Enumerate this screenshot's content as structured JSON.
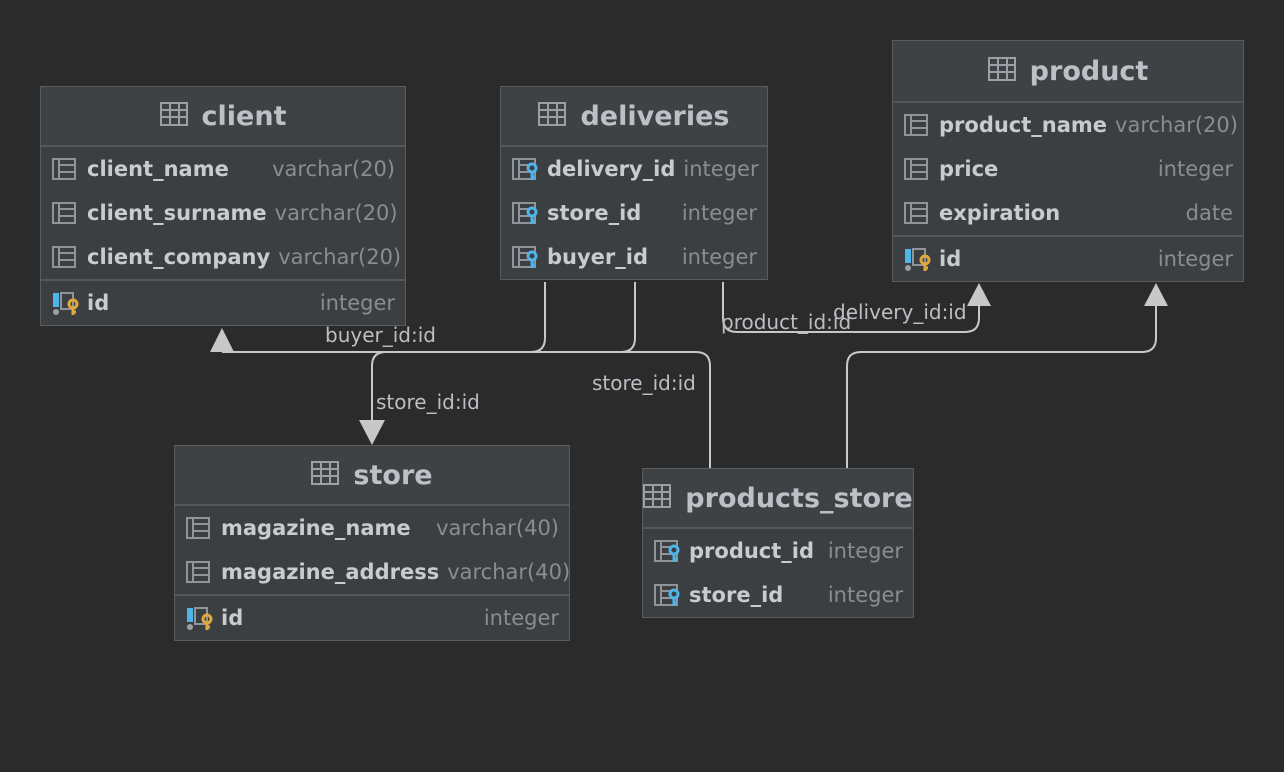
{
  "colors": {
    "background": "#2b2b2b",
    "table_fill": "#3c3f41",
    "edge": "#c8c8c8",
    "primary_key": "#e0a93c",
    "foreign_key": "#4fb4e8"
  },
  "tables": [
    {
      "name": "client",
      "columns": [
        {
          "name": "client_name",
          "type": "varchar(20)",
          "key": "none"
        },
        {
          "name": "client_surname",
          "type": "varchar(20)",
          "key": "none"
        },
        {
          "name": "client_company",
          "type": "varchar(20)",
          "key": "none"
        },
        {
          "name": "id",
          "type": "integer",
          "key": "primary"
        }
      ]
    },
    {
      "name": "deliveries",
      "columns": [
        {
          "name": "delivery_id",
          "type": "integer",
          "key": "foreign"
        },
        {
          "name": "store_id",
          "type": "integer",
          "key": "foreign"
        },
        {
          "name": "buyer_id",
          "type": "integer",
          "key": "foreign"
        }
      ]
    },
    {
      "name": "product",
      "columns": [
        {
          "name": "product_name",
          "type": "varchar(20)",
          "key": "none"
        },
        {
          "name": "price",
          "type": "integer",
          "key": "none"
        },
        {
          "name": "expiration",
          "type": "date",
          "key": "none"
        },
        {
          "name": "id",
          "type": "integer",
          "key": "primary"
        }
      ]
    },
    {
      "name": "store",
      "columns": [
        {
          "name": "magazine_name",
          "type": "varchar(40)",
          "key": "none"
        },
        {
          "name": "magazine_address",
          "type": "varchar(40)",
          "key": "none"
        },
        {
          "name": "id",
          "type": "integer",
          "key": "primary"
        }
      ]
    },
    {
      "name": "products_store",
      "columns": [
        {
          "name": "product_id",
          "type": "integer",
          "key": "foreign"
        },
        {
          "name": "store_id",
          "type": "integer",
          "key": "foreign"
        }
      ]
    }
  ],
  "relations": [
    {
      "label": "buyer_id:id",
      "from": "deliveries",
      "to": "client"
    },
    {
      "label": "store_id:id",
      "from": "deliveries",
      "to": "store"
    },
    {
      "label": "store_id:id",
      "from": "products_store",
      "to": "store"
    },
    {
      "label": "product_id:id",
      "from": "products_store",
      "to": "product"
    },
    {
      "label": "delivery_id:id",
      "from": "deliveries",
      "to": "product"
    }
  ]
}
